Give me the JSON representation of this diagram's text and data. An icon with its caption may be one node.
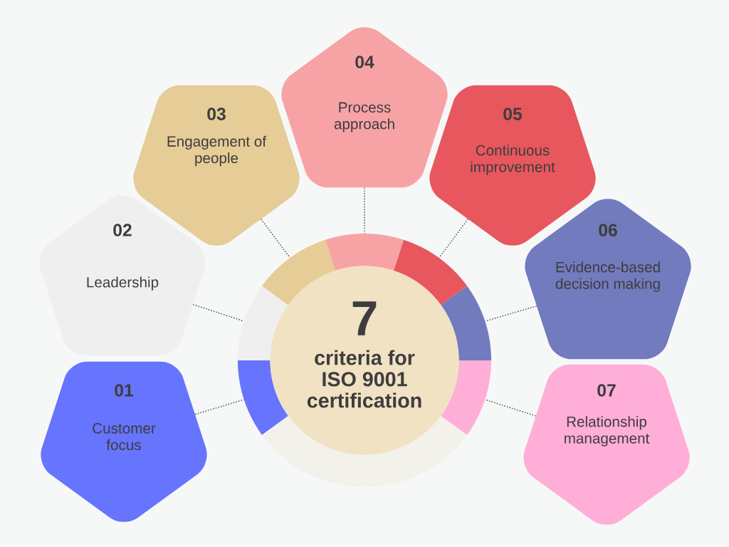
{
  "diagram": {
    "nodes": [
      {
        "text": [
          "7",
          "criteria for ISO 9001 certification"
        ]
      },
      {
        "text": [
          "01",
          "Customer focus"
        ]
      },
      {
        "text": [
          "02",
          "Leadership"
        ]
      },
      {
        "text": [
          "03",
          "Engagement of people"
        ]
      },
      {
        "text": [
          "04",
          "Process approach"
        ]
      },
      {
        "text": [
          "05",
          "Continuous improvement"
        ]
      },
      {
        "text": [
          "06",
          "Evidence-based decision making"
        ]
      },
      {
        "text": [
          "07",
          "Relationship management"
        ]
      },
      {
        "text": [],
        "shape": "arc"
      },
      {
        "text": [],
        "shape": "arc"
      },
      {
        "text": [],
        "shape": "arc"
      },
      {
        "text": [],
        "shape": "arc"
      },
      {
        "text": [],
        "shape": "arc"
      },
      {
        "text": [],
        "shape": "arc"
      },
      {
        "text": [],
        "shape": "arc"
      },
      {
        "text": [],
        "shape": "arc"
      }
    ],
    "edges": [
      {
        "from": 1,
        "to": 8,
        "arrow": "none",
        "style": "dashed"
      },
      {
        "from": 2,
        "to": 9,
        "arrow": "none",
        "style": "dashed"
      },
      {
        "from": 3,
        "to": 10,
        "arrow": "none",
        "style": "dashed"
      },
      {
        "from": 4,
        "to": 11,
        "arrow": "none",
        "style": "dashed"
      },
      {
        "from": 5,
        "to": 12,
        "arrow": "none",
        "style": "dashed"
      },
      {
        "from": 6,
        "to": 13,
        "arrow": "none",
        "style": "dashed"
      },
      {
        "from": 7,
        "to": 14,
        "arrow": "none",
        "style": "dashed"
      }
    ]
  }
}
